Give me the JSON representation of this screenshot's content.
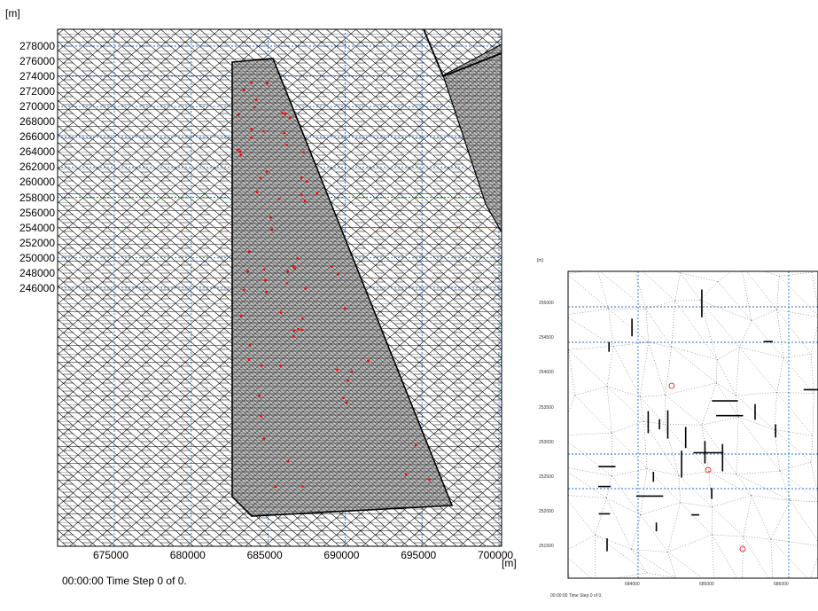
{
  "main_plot": {
    "y_unit": "[m]",
    "x_unit": "[m]",
    "y_ticks": [
      "278000",
      "276000",
      "274000",
      "272000",
      "270000",
      "268000",
      "266000",
      "264000",
      "262000",
      "260000",
      "258000",
      "256000",
      "254000",
      "252000",
      "250000",
      "248000",
      "246000"
    ],
    "x_ticks": [
      "675000",
      "680000",
      "685000",
      "690000",
      "695000",
      "700000"
    ],
    "status": "00:00:00 Time Step 0 of 0."
  },
  "inset_plot": {
    "y_unit": "[m]",
    "y_ticks": [
      "255000",
      "254500",
      "254000",
      "253500",
      "253000",
      "252500",
      "252000",
      "251500"
    ],
    "x_ticks": [
      "684000",
      "685000",
      "686000"
    ],
    "status": "00:00:00 Time Step 0 of 0."
  },
  "colors": {
    "mesh": "#000000",
    "grid": "#1f6fd6",
    "points": "#ff0000",
    "background": "#ffffff"
  }
}
